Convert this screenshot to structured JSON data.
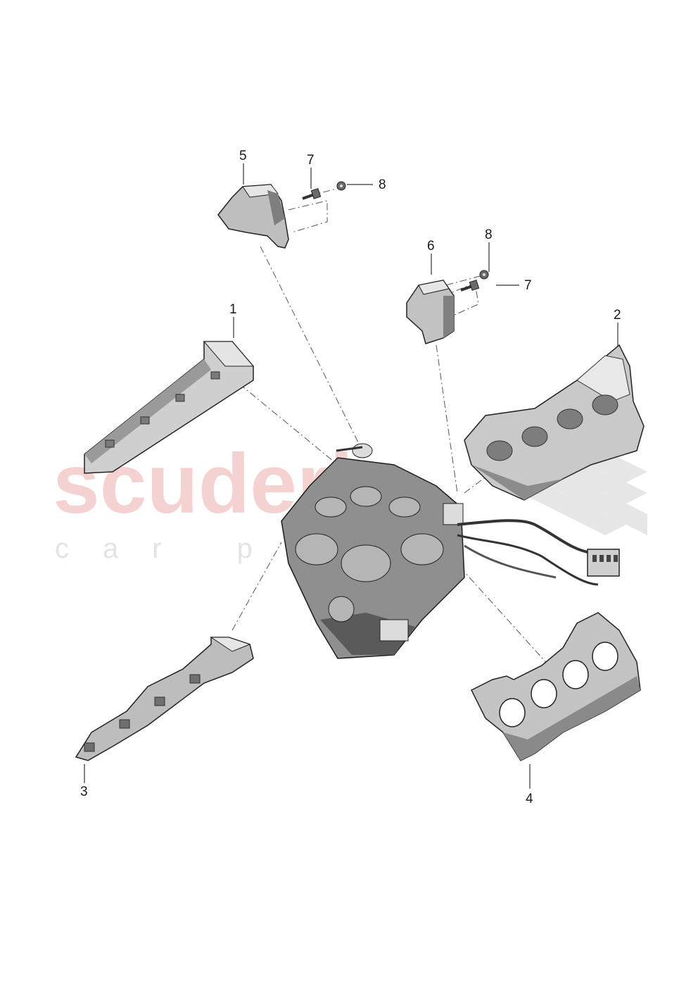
{
  "watermark": {
    "brand": "scuderia",
    "tagline": "car p",
    "brand_color": "#f5d2d2",
    "checker_color": "#e6e6e6"
  },
  "callouts": [
    {
      "id": "1",
      "label": "1"
    },
    {
      "id": "2",
      "label": "2"
    },
    {
      "id": "3",
      "label": "3"
    },
    {
      "id": "4",
      "label": "4"
    },
    {
      "id": "5",
      "label": "5"
    },
    {
      "id": "6",
      "label": "6"
    },
    {
      "id": "7a",
      "label": "7"
    },
    {
      "id": "7b",
      "label": "7"
    },
    {
      "id": "8a",
      "label": "8"
    },
    {
      "id": "8b",
      "label": "8"
    }
  ],
  "parts": {
    "engine": "engine-assembly",
    "part_1": "cover-left-long",
    "part_2": "cover-right",
    "part_3": "rail-left-lower",
    "part_4": "intake-manifold-plate",
    "part_5": "bracket-upper",
    "part_6": "bracket-right",
    "part_7": "bolt",
    "part_8": "nut"
  }
}
